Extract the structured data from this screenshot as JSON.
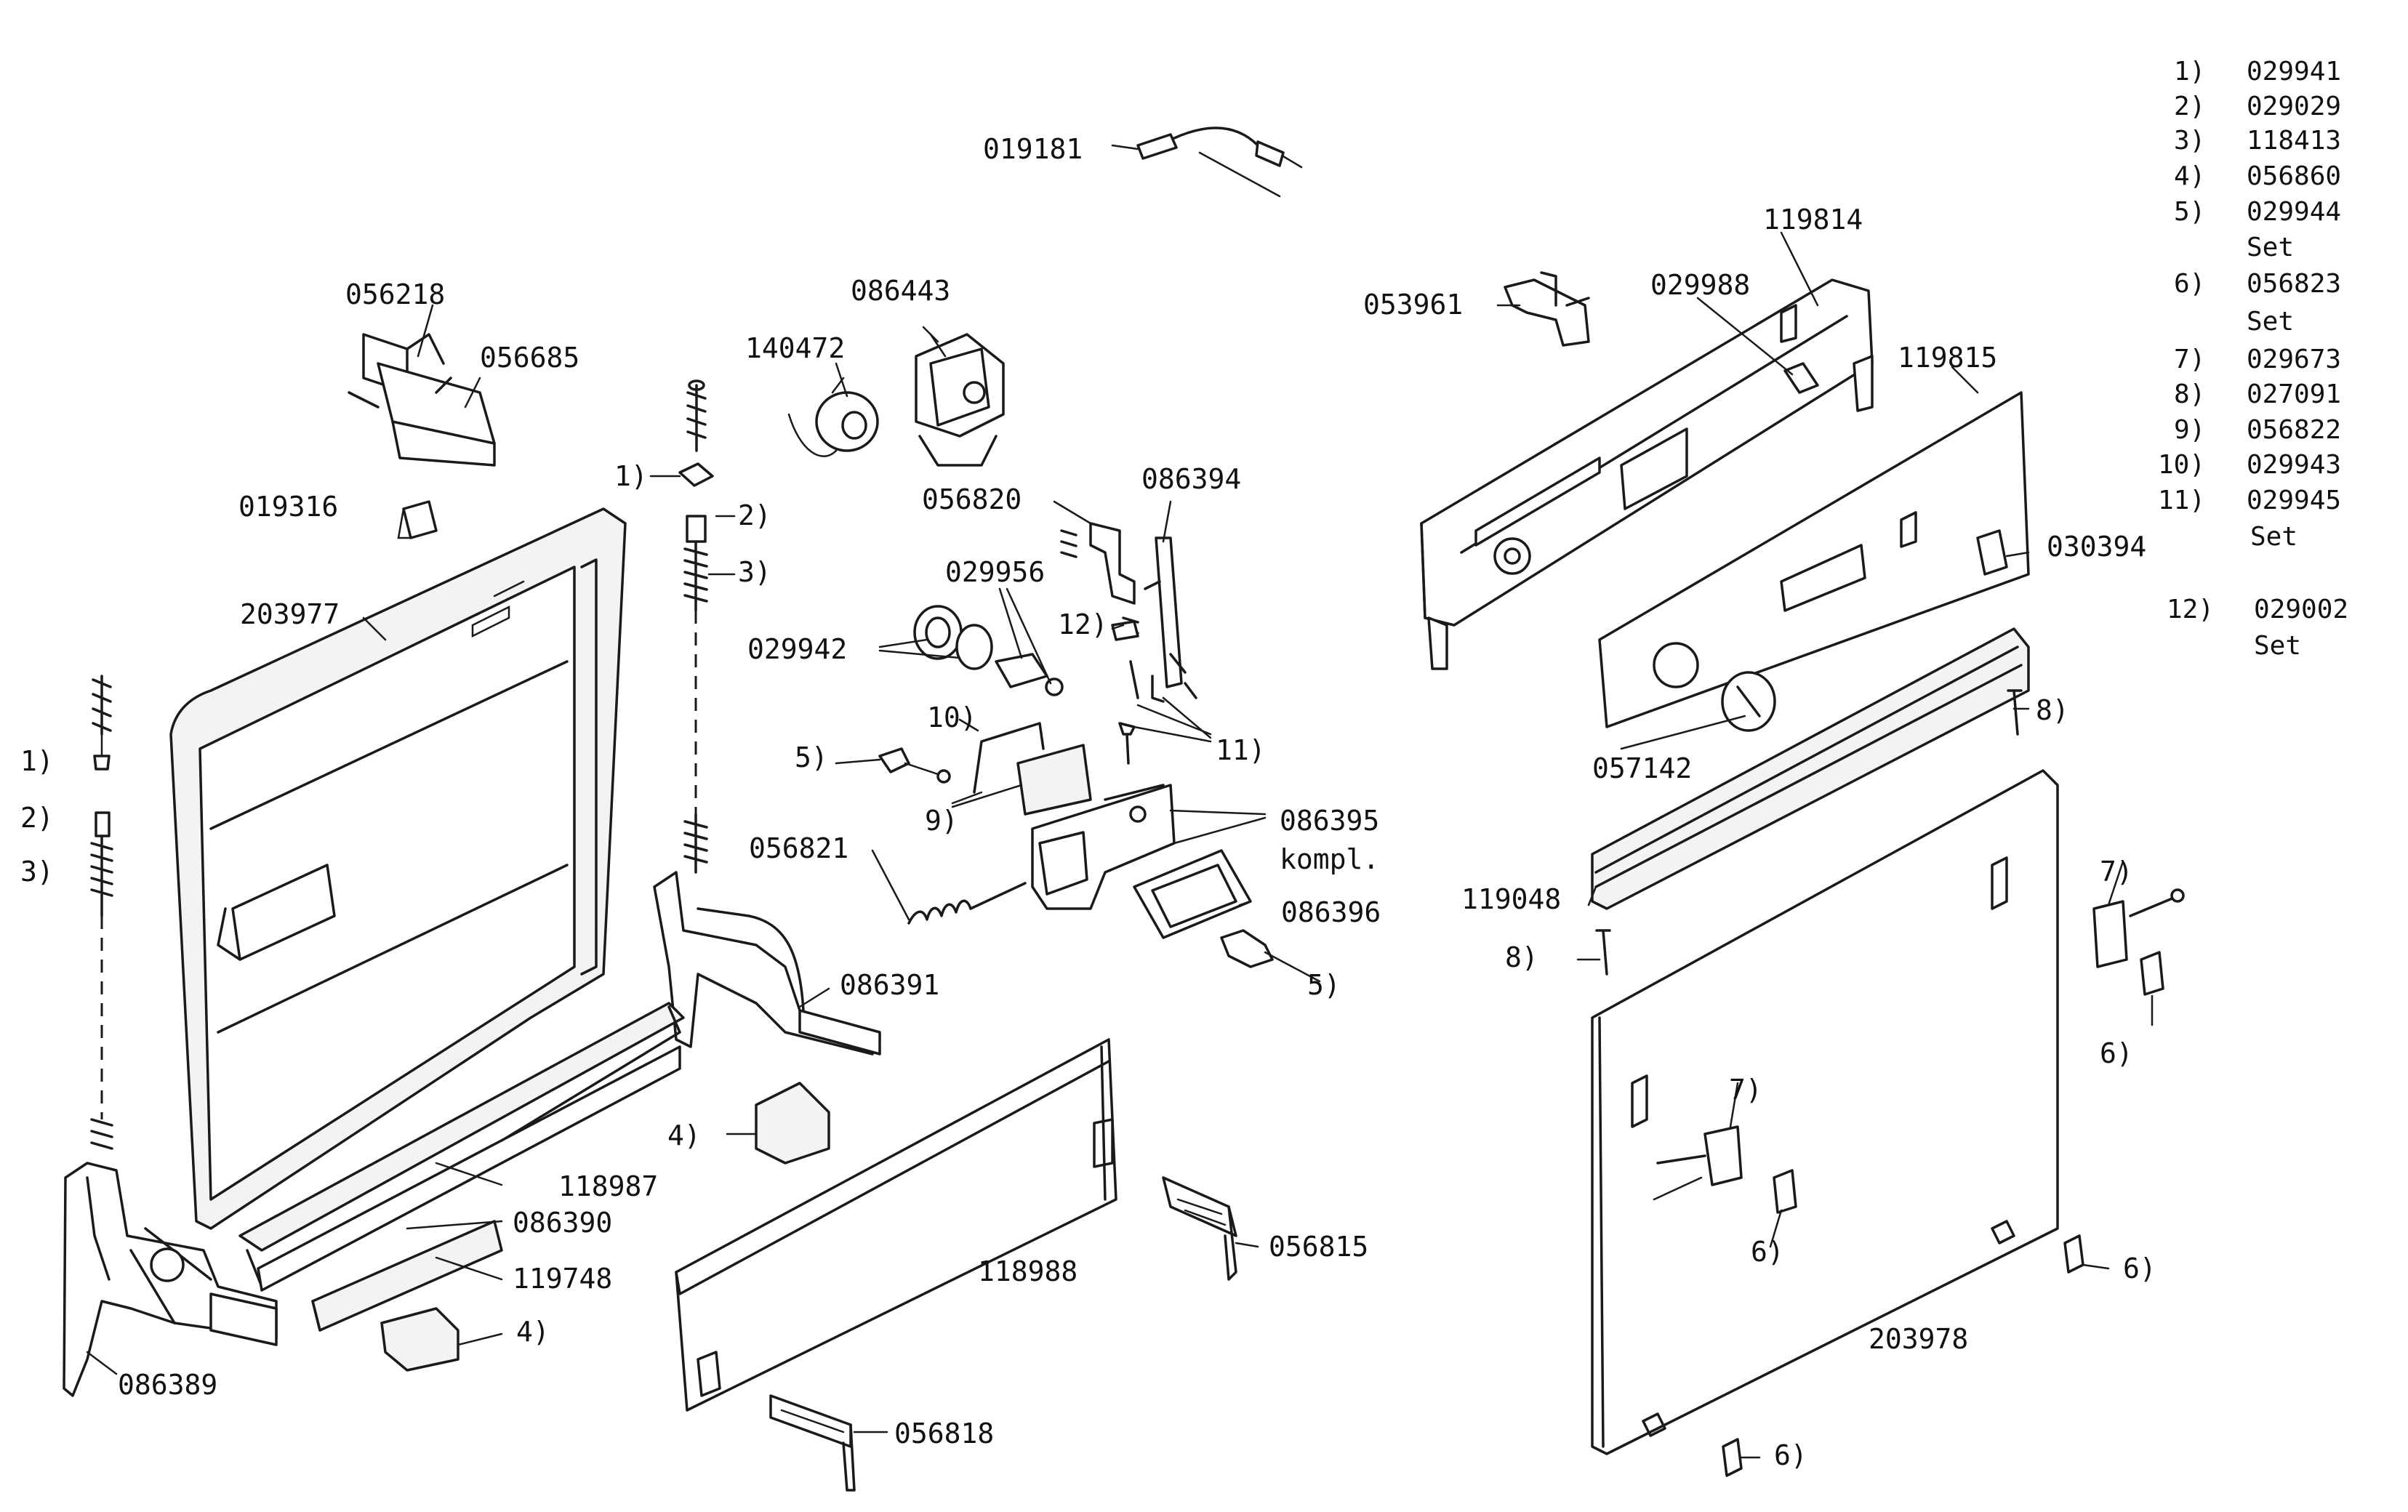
{
  "diagram": {
    "labels": {
      "p019181": "019181",
      "p056218": "056218",
      "p056685": "056685",
      "p086443": "086443",
      "p140472": "140472",
      "p019316": "019316",
      "p203977": "203977",
      "p056820": "056820",
      "p086394": "086394",
      "p029956": "029956",
      "p029942": "029942",
      "p056821": "056821",
      "p086395": "086395",
      "kompl": "kompl.",
      "p086396": "086396",
      "p086391": "086391",
      "p118987": "118987",
      "p086390": "086390",
      "p119748": "119748",
      "p086389": "086389",
      "p118988": "118988",
      "p056815": "056815",
      "p056818": "056818",
      "p053961": "053961",
      "p119814": "119814",
      "p029988": "029988",
      "p119815": "119815",
      "p030394": "030394",
      "p057142": "057142",
      "p119048": "119048",
      "p203978": "203978"
    },
    "callouts": {
      "c1a": "1)",
      "c2a": "2)",
      "c3a": "3)",
      "c1b": "1)",
      "c2b": "2)",
      "c3b": "3)",
      "c12": "12)",
      "c10": "10)",
      "c5a": "5)",
      "c9": "9)",
      "c11": "11)",
      "c5b": "5)",
      "c4a": "4)",
      "c4b": "4)",
      "c8a": "8)",
      "c8b": "8)",
      "c7a": "7)",
      "c6a": "6)",
      "c7b": "7)",
      "c6b": "6)",
      "c6c": "6)",
      "c6d": "6)"
    },
    "legend": [
      {
        "num": "1)",
        "part": "029941",
        "note": ""
      },
      {
        "num": "2)",
        "part": "029029",
        "note": ""
      },
      {
        "num": "3)",
        "part": "118413",
        "note": ""
      },
      {
        "num": "4)",
        "part": "056860",
        "note": ""
      },
      {
        "num": "5)",
        "part": "029944",
        "note": "Set"
      },
      {
        "num": "6)",
        "part": "056823",
        "note": "Set"
      },
      {
        "num": "7)",
        "part": "029673",
        "note": ""
      },
      {
        "num": "8)",
        "part": "027091",
        "note": ""
      },
      {
        "num": "9)",
        "part": "056822",
        "note": ""
      },
      {
        "num": "10)",
        "part": "029943",
        "note": ""
      },
      {
        "num": "11)",
        "part": "029945",
        "note": "Set"
      },
      {
        "num": "12)",
        "part": "029002",
        "note": "Set"
      }
    ]
  }
}
